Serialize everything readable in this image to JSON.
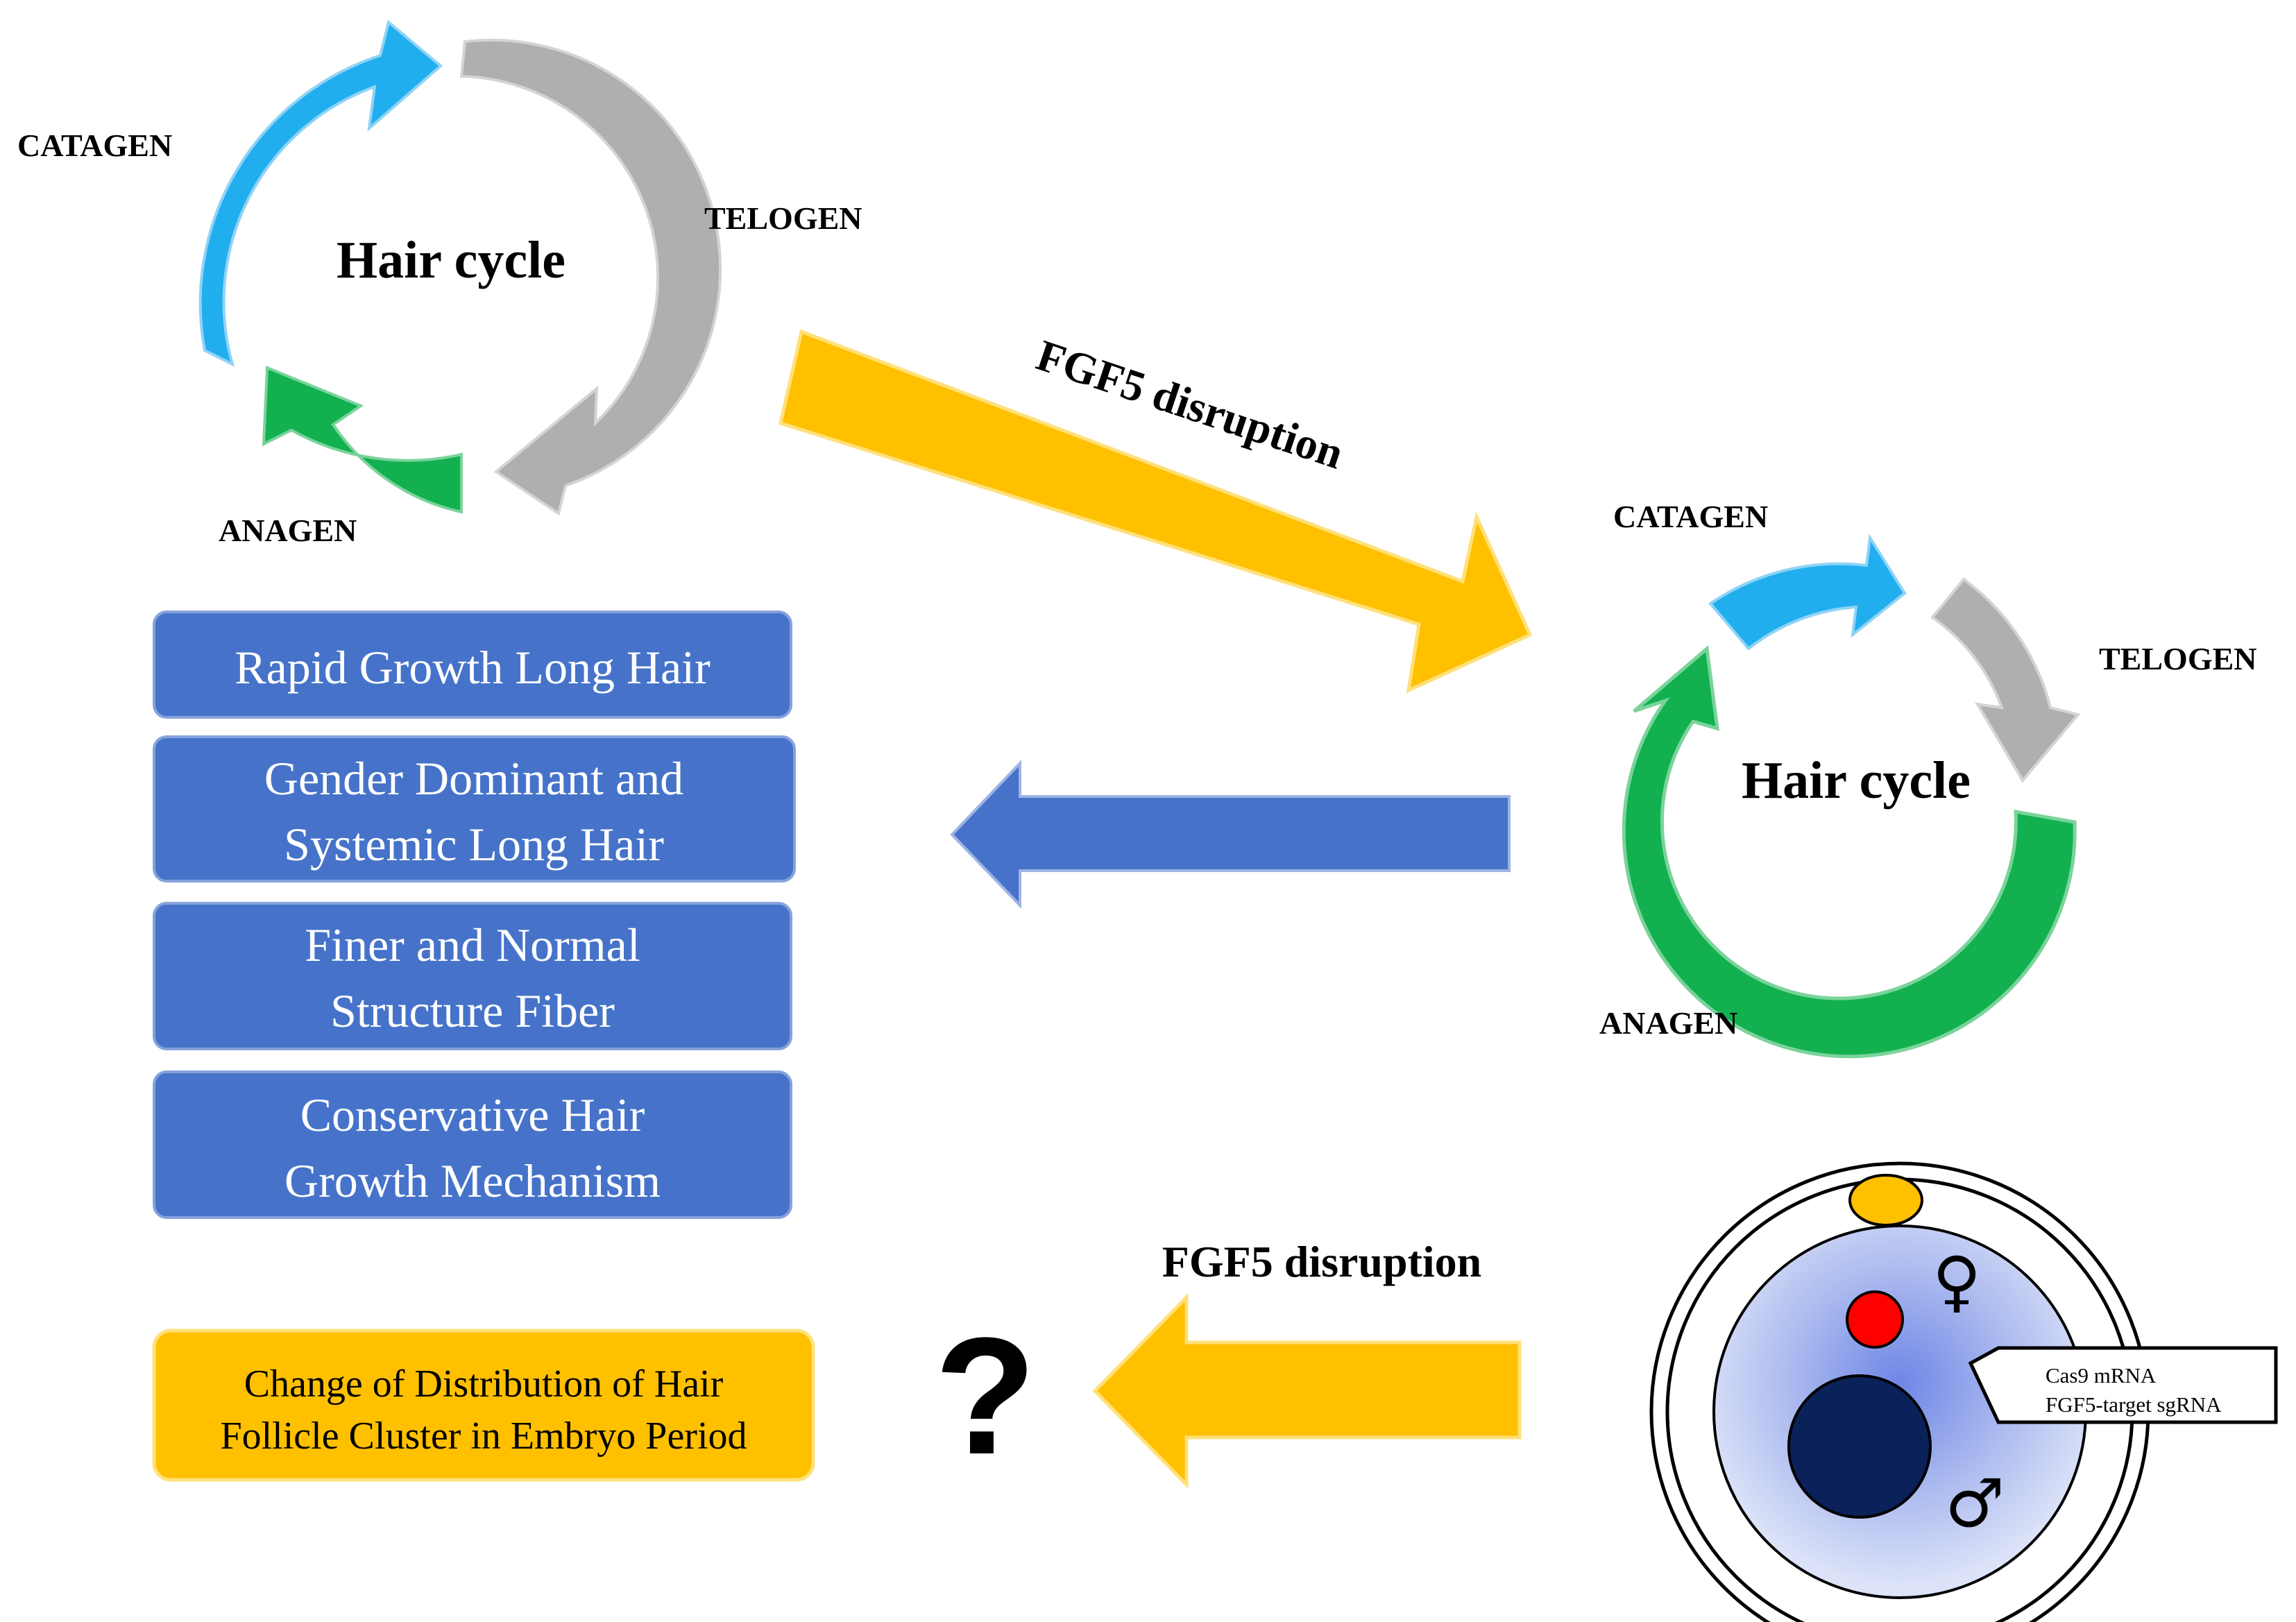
{
  "colors": {
    "catagen": "#21AEEF",
    "telogen": "#AFAFAF",
    "anagen": "#12B04F",
    "box_blue": "#4673C9",
    "yellow": "#FFC000",
    "red": "#FF0000",
    "navy": "#0B2159",
    "egg_fill": "#BFCBF1"
  },
  "normal_cycle": {
    "title": "Hair cycle",
    "catagen": "CATAGEN",
    "telogen": "TELOGEN",
    "anagen": "ANAGEN"
  },
  "disrupted_cycle": {
    "title": "Hair cycle",
    "catagen": "CATAGEN",
    "telogen": "TELOGEN",
    "anagen": "ANAGEN"
  },
  "arrows": {
    "top_label": "FGF5 disruption",
    "bottom_label": "FGF5 disruption"
  },
  "phenotypes": [
    {
      "line1": "Rapid Growth Long Hair",
      "line2": ""
    },
    {
      "line1": "Gender Dominant and",
      "line2": "Systemic Long Hair"
    },
    {
      "line1": "Finer and Normal",
      "line2": "Structure Fiber"
    },
    {
      "line1": "Conservative Hair",
      "line2": "Growth Mechanism"
    }
  ],
  "embryo_box": {
    "line1": "Change of Distribution of Hair",
    "line2": "Follicle Cluster in Embryo Period"
  },
  "question_mark": "?",
  "zygote": {
    "female_symbol": "♀",
    "male_symbol": "♂",
    "callout_line1": "Cas9 mRNA",
    "callout_line2": "FGF5-target sgRNA"
  }
}
